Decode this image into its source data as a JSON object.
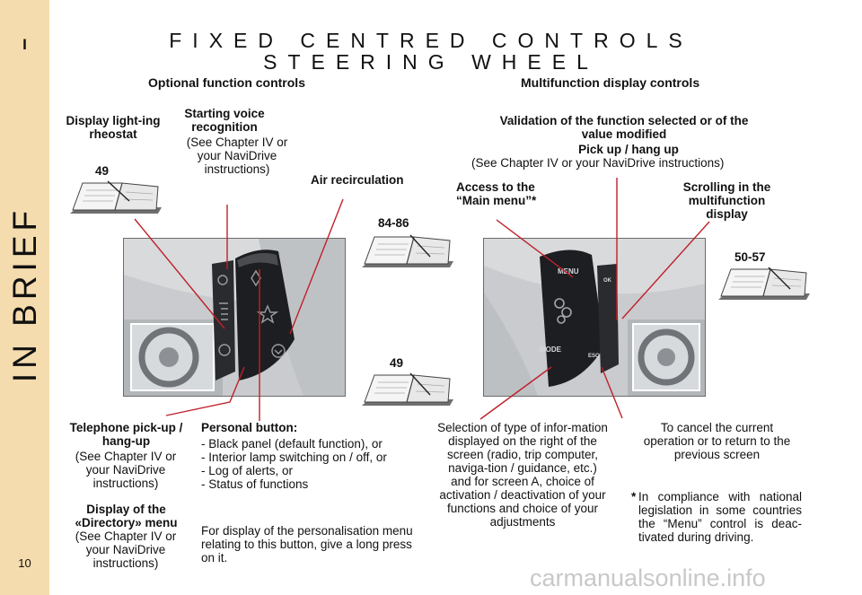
{
  "sidebar": {
    "chapter_letter": "I",
    "vertical_title": "IN BRIEF",
    "page_number": "10"
  },
  "title": {
    "line1": "FIXED CENTRED CONTROLS",
    "line2": "STEERING WHEEL"
  },
  "sections": {
    "left": "Optional function controls",
    "right": "Multifunction display controls"
  },
  "left_labels": {
    "display_rheostat": "Display light-ing rheostat",
    "voice_title": "Starting voice recognition",
    "voice_note": "(See Chapter IV or your NaviDrive instructions)",
    "air_recirculation": "Air recirculation",
    "ref_49_top": "49",
    "ref_84_86": "84-86",
    "ref_49_bottom": "49"
  },
  "right_labels": {
    "validation": "Validation of the function selected or of the value modified",
    "pickup_title": "Pick up / hang up",
    "pickup_note": "(See Chapter IV or your NaviDrive instructions)",
    "main_menu": "Access to the “Main menu”*",
    "scrolling": "Scrolling in the multifunction display",
    "ref_50_57": "50-57"
  },
  "bottom_left": {
    "telephone_title": "Telephone pick-up / hang-up",
    "telephone_note": "(See Chapter IV or your NaviDrive instructions)",
    "directory_title": "Display of the «Directory» menu",
    "directory_note": "(See Chapter IV or your NaviDrive instructions)"
  },
  "personal": {
    "title": "Personal button:",
    "items": [
      "- Black panel (default function), or",
      "- Interior lamp switching on / off, or",
      "- Log of alerts, or",
      "- Status of functions"
    ],
    "note": "For display of the personalisation menu relating to this button, give a long press on it."
  },
  "bottom_right": {
    "selection": "Selection of type of infor-mation displayed on the right of the screen (radio, trip computer, naviga-tion / guidance, etc.) and for screen A, choice of activation / deactivation of your functions and choice of your adjustments",
    "cancel": "To cancel the current operation or to return to the previous screen",
    "footnote_star": "*",
    "footnote": "In compliance with national legislation in some countries the “Menu” control is deac-tivated during driving."
  },
  "photo_labels": {
    "menu": "MENU",
    "mode": "MODE",
    "ok": "OK",
    "esc": "ESC"
  },
  "watermark": "carmanualsonline.info",
  "colors": {
    "sidebar": "#f5dcae",
    "callout_line": "#c0202a"
  }
}
